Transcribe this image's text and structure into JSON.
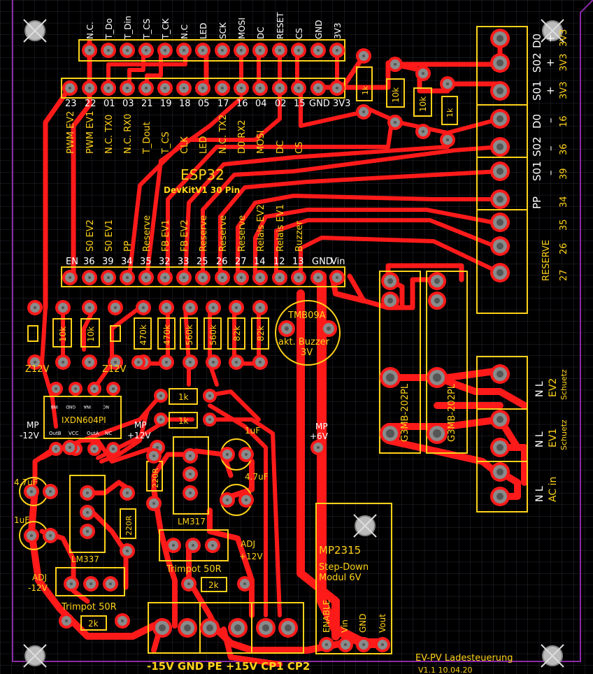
{
  "colors": {
    "background": "#000000",
    "grid": "#2a2a36",
    "trace": "#ff1a1a",
    "silkscreen": "#ffd21a",
    "pad": "#8a8a8a",
    "pad_ring": "#ff2a2a",
    "outline": "#8a2aa8",
    "text_white": "#ffffff"
  },
  "esp_top_header_labels": [
    "N.C.",
    "T_Do",
    "T_Din",
    "T_CS",
    "T_CK",
    "N.C",
    "LED",
    "SCK",
    "MOSI",
    "DC",
    "RESET",
    "CS",
    "GND",
    "3V3"
  ],
  "esp_row_pins": [
    "23",
    "22",
    "01",
    "03",
    "21",
    "19",
    "18",
    "05",
    "17",
    "16",
    "04",
    "02",
    "15",
    "GND",
    "3V3"
  ],
  "esp_row_functions": [
    "PWM EV2",
    "PWM EV1",
    "N.C. TX0",
    "N.C. RX0",
    "T_Dout",
    "T_CS",
    "CLK",
    "LED",
    "N.C. TX2",
    "D0 RX2",
    "MOSI",
    "DC",
    "CS"
  ],
  "esp_title": "ESP32",
  "esp_subtitle": "DevKitV1 30 Pin",
  "esp_bottom_functions": [
    "S0 EV2",
    "S0 EV1",
    "PP",
    "Reserve",
    "FB EV1",
    "FB EV2",
    "Reserve",
    "Reserve",
    "Reserve",
    "Relais EV2",
    "Relais EV1",
    "Buzzer"
  ],
  "esp_bottom_pins": [
    "EN",
    "36",
    "39",
    "34",
    "35",
    "32",
    "33",
    "25",
    "26",
    "27",
    "14",
    "12",
    "13",
    "GND",
    "Vin"
  ],
  "connector_right": {
    "rows": [
      {
        "func": "D0",
        "pin": "+",
        "volt": "3V3"
      },
      {
        "func": "S02",
        "pin": "+",
        "volt": "3V3"
      },
      {
        "func": "S01",
        "pin": "+",
        "volt": "3V3"
      },
      {
        "func": "D0",
        "pin": "–",
        "volt": "16"
      },
      {
        "func": "S02",
        "pin": "–",
        "volt": "36"
      },
      {
        "func": "S01",
        "pin": "–",
        "volt": "39"
      },
      {
        "func": "PP",
        "pin": "",
        "volt": "34"
      },
      {
        "func": "",
        "pin": "",
        "volt": "35"
      },
      {
        "func": "",
        "pin": "",
        "volt": "26"
      },
      {
        "func": "",
        "pin": "",
        "volt": "27"
      }
    ],
    "reserve_label": "RESERVE"
  },
  "resistors_small": [
    "1k",
    "10k",
    "10k",
    "1k"
  ],
  "resistors_left": [
    "10k",
    "10k"
  ],
  "resistors_mid": [
    "470k",
    "470k",
    "560k",
    "560k",
    "82k",
    "82k"
  ],
  "zener": [
    "Z12V",
    "Z12V"
  ],
  "buzzer": {
    "part": "TMB09A",
    "label": "akt. Buzzer",
    "volt": "3V"
  },
  "relays": [
    "G3MB-202PL",
    "G3MB-202PL"
  ],
  "ev_connectors": [
    {
      "pins": "N  L",
      "name": "EV2",
      "sub": "Schuetz"
    },
    {
      "pins": "N  L",
      "name": "EV1",
      "sub": "Schuetz"
    },
    {
      "pins": "N  L",
      "name": "AC in",
      "sub": ""
    }
  ],
  "driver_ic": {
    "name": "IXDN604PI",
    "pins_top": [
      "INB",
      "GND",
      "INA",
      "NC"
    ],
    "pins_bottom": [
      "OutB",
      "VCC",
      "OutA",
      "NC"
    ]
  },
  "measure_points": [
    "MP\n-12V",
    "MP\n+12V",
    "MP\n+6V"
  ],
  "res_1k_pair": [
    "1k",
    "1k"
  ],
  "caps": [
    "4.7uF",
    "1uF",
    "1uF",
    "4.7uF"
  ],
  "res_220": [
    "220R",
    "220R"
  ],
  "regulators": [
    "LM337",
    "LM317"
  ],
  "trimpots": [
    "Trimpot 50R",
    "Trimpot 50R"
  ],
  "res_2k": [
    "2k",
    "2k"
  ],
  "adj_labels": [
    "ADJ\n-12V",
    "ADJ\n+12V"
  ],
  "mp2315": {
    "title": "MP2315",
    "line1": "Step-Down",
    "line2": "Modul  6V",
    "pins": [
      "ENABLE",
      "Vin",
      "GND",
      "Vout"
    ]
  },
  "bottom_connector_label": "-15V GND PE +15V CP1 CP2",
  "footer": {
    "title": "EV-PV Ladesteuerung",
    "version": "V1.1 10.04.20"
  }
}
